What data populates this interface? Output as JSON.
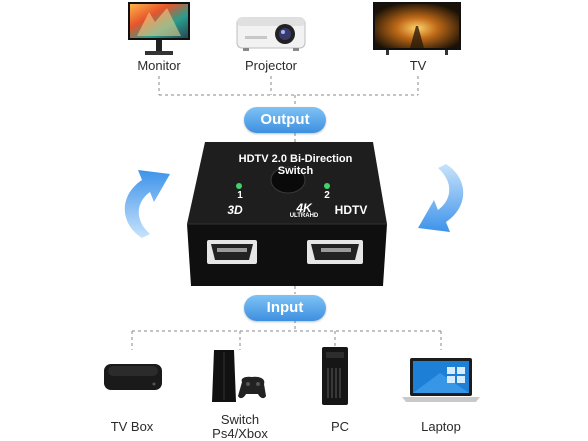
{
  "output_devices": [
    {
      "label": "Monitor",
      "icon": "monitor-icon"
    },
    {
      "label": "Projector",
      "icon": "projector-icon"
    },
    {
      "label": "TV",
      "icon": "tv-icon"
    }
  ],
  "output_label": "Output",
  "switch": {
    "title_line1": "HDTV 2.0 Bi-Direction",
    "title_line2": "Switch",
    "port1": "1",
    "port2": "2",
    "badge_3d": "3D",
    "badge_4k": "4K",
    "badge_ultrahd": "ULTRAHD",
    "badge_hdtv": "HDTV"
  },
  "input_label": "Input",
  "input_devices": [
    {
      "label": "TV Box",
      "icon": "tv-box-icon"
    },
    {
      "label_line1": "Switch",
      "label_line2": "Ps4/Xbox",
      "icon": "game-console-icon"
    },
    {
      "label": "PC",
      "icon": "pc-tower-icon"
    },
    {
      "label": "Laptop",
      "icon": "laptop-icon"
    }
  ],
  "colors": {
    "accent": "#3d8fe0",
    "arrow": "#5aaaf0",
    "device_body": "#1a1a1a"
  }
}
